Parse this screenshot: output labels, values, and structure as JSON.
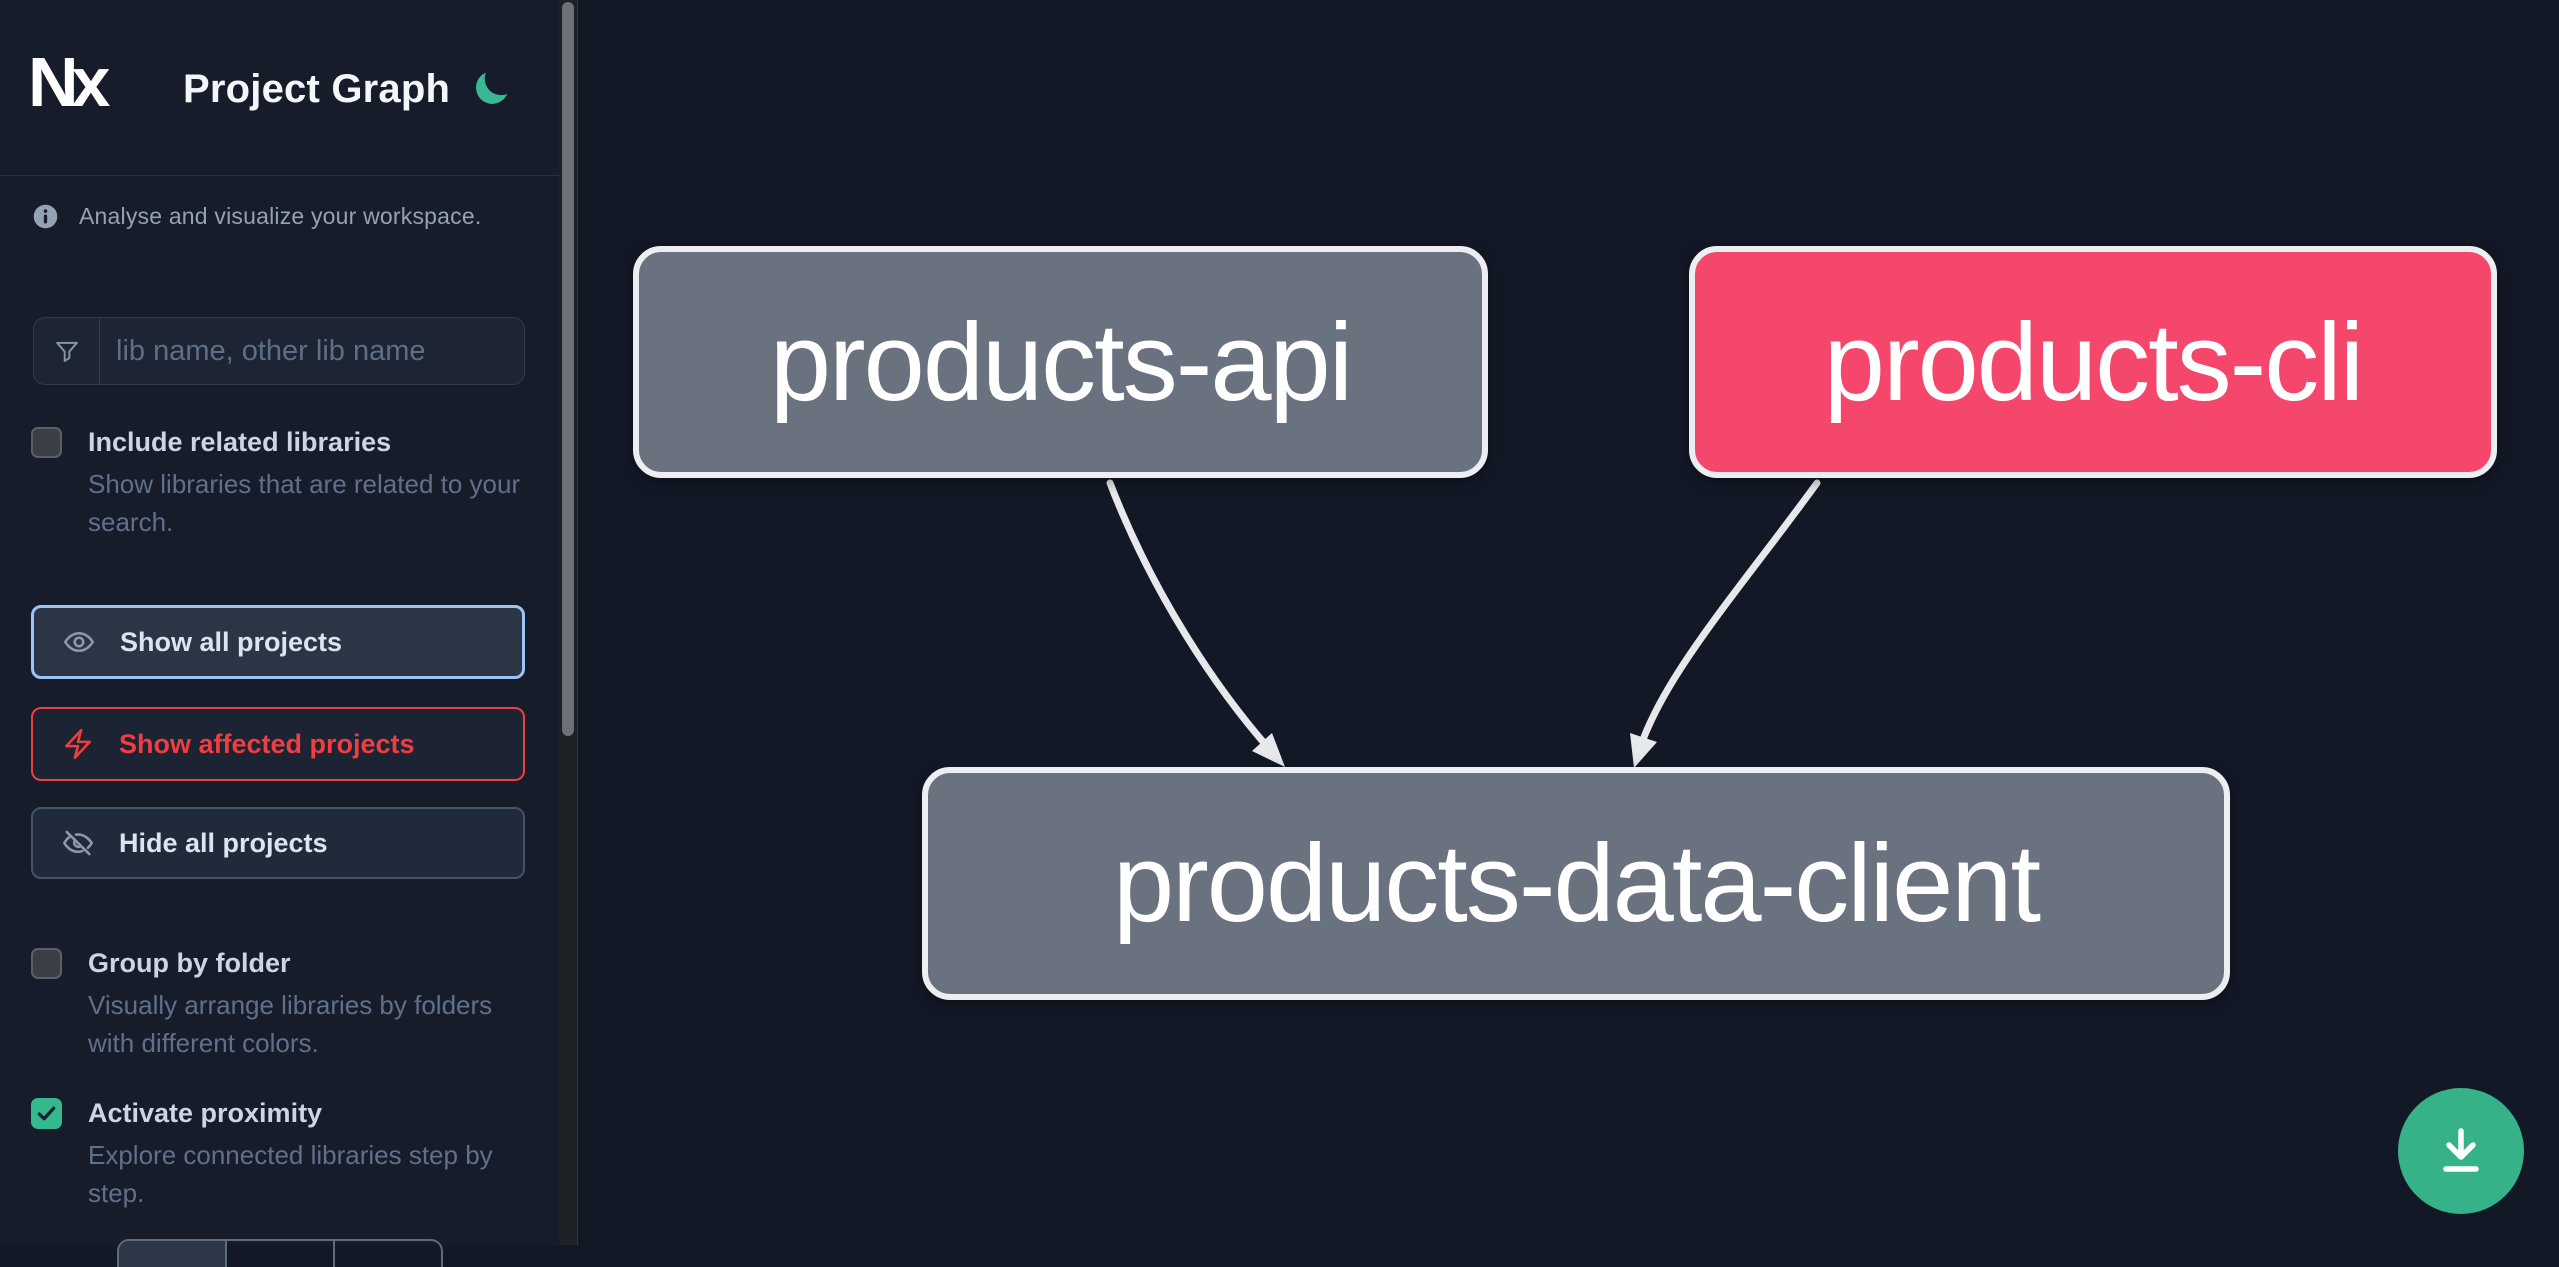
{
  "header": {
    "logo_text": "Nx",
    "title": "Project Graph"
  },
  "sidebar": {
    "tagline": "Analyse and visualize your workspace.",
    "search": {
      "placeholder": "lib name, other lib name"
    },
    "options": [
      {
        "label": "Include related libraries",
        "description": "Show libraries that are related to your search.",
        "checked": false
      },
      {
        "label": "Group by folder",
        "description": "Visually arrange libraries by folders with different colors.",
        "checked": false
      },
      {
        "label": "Activate proximity",
        "description": "Explore connected libraries step by step.",
        "checked": true
      }
    ],
    "buttons": [
      {
        "label": "Show all projects",
        "icon": "eye-icon",
        "state": "focused"
      },
      {
        "label": "Show affected projects",
        "icon": "bolt-icon",
        "state": "affected"
      },
      {
        "label": "Hide all projects",
        "icon": "eye-off-icon",
        "state": "default"
      }
    ]
  },
  "graph": {
    "nodes": [
      {
        "id": "products-api",
        "type": "library"
      },
      {
        "id": "products-cli",
        "type": "affected"
      },
      {
        "id": "products-data-client",
        "type": "library"
      }
    ],
    "edges": [
      {
        "from": "products-api",
        "to": "products-data-client"
      },
      {
        "from": "products-cli",
        "to": "products-data-client"
      }
    ]
  },
  "fab": {
    "icon": "download-icon"
  },
  "colors": {
    "sidebar_bg": "#161c2a",
    "canvas_bg": "#131826",
    "accent_green": "#35b287",
    "affected_red": "#ef3e42",
    "focus_blue": "#9cc5f5",
    "node_gray": "#6a7280",
    "node_affected_pink": "#f4476b",
    "edge_stroke": "#e6e8ec"
  }
}
